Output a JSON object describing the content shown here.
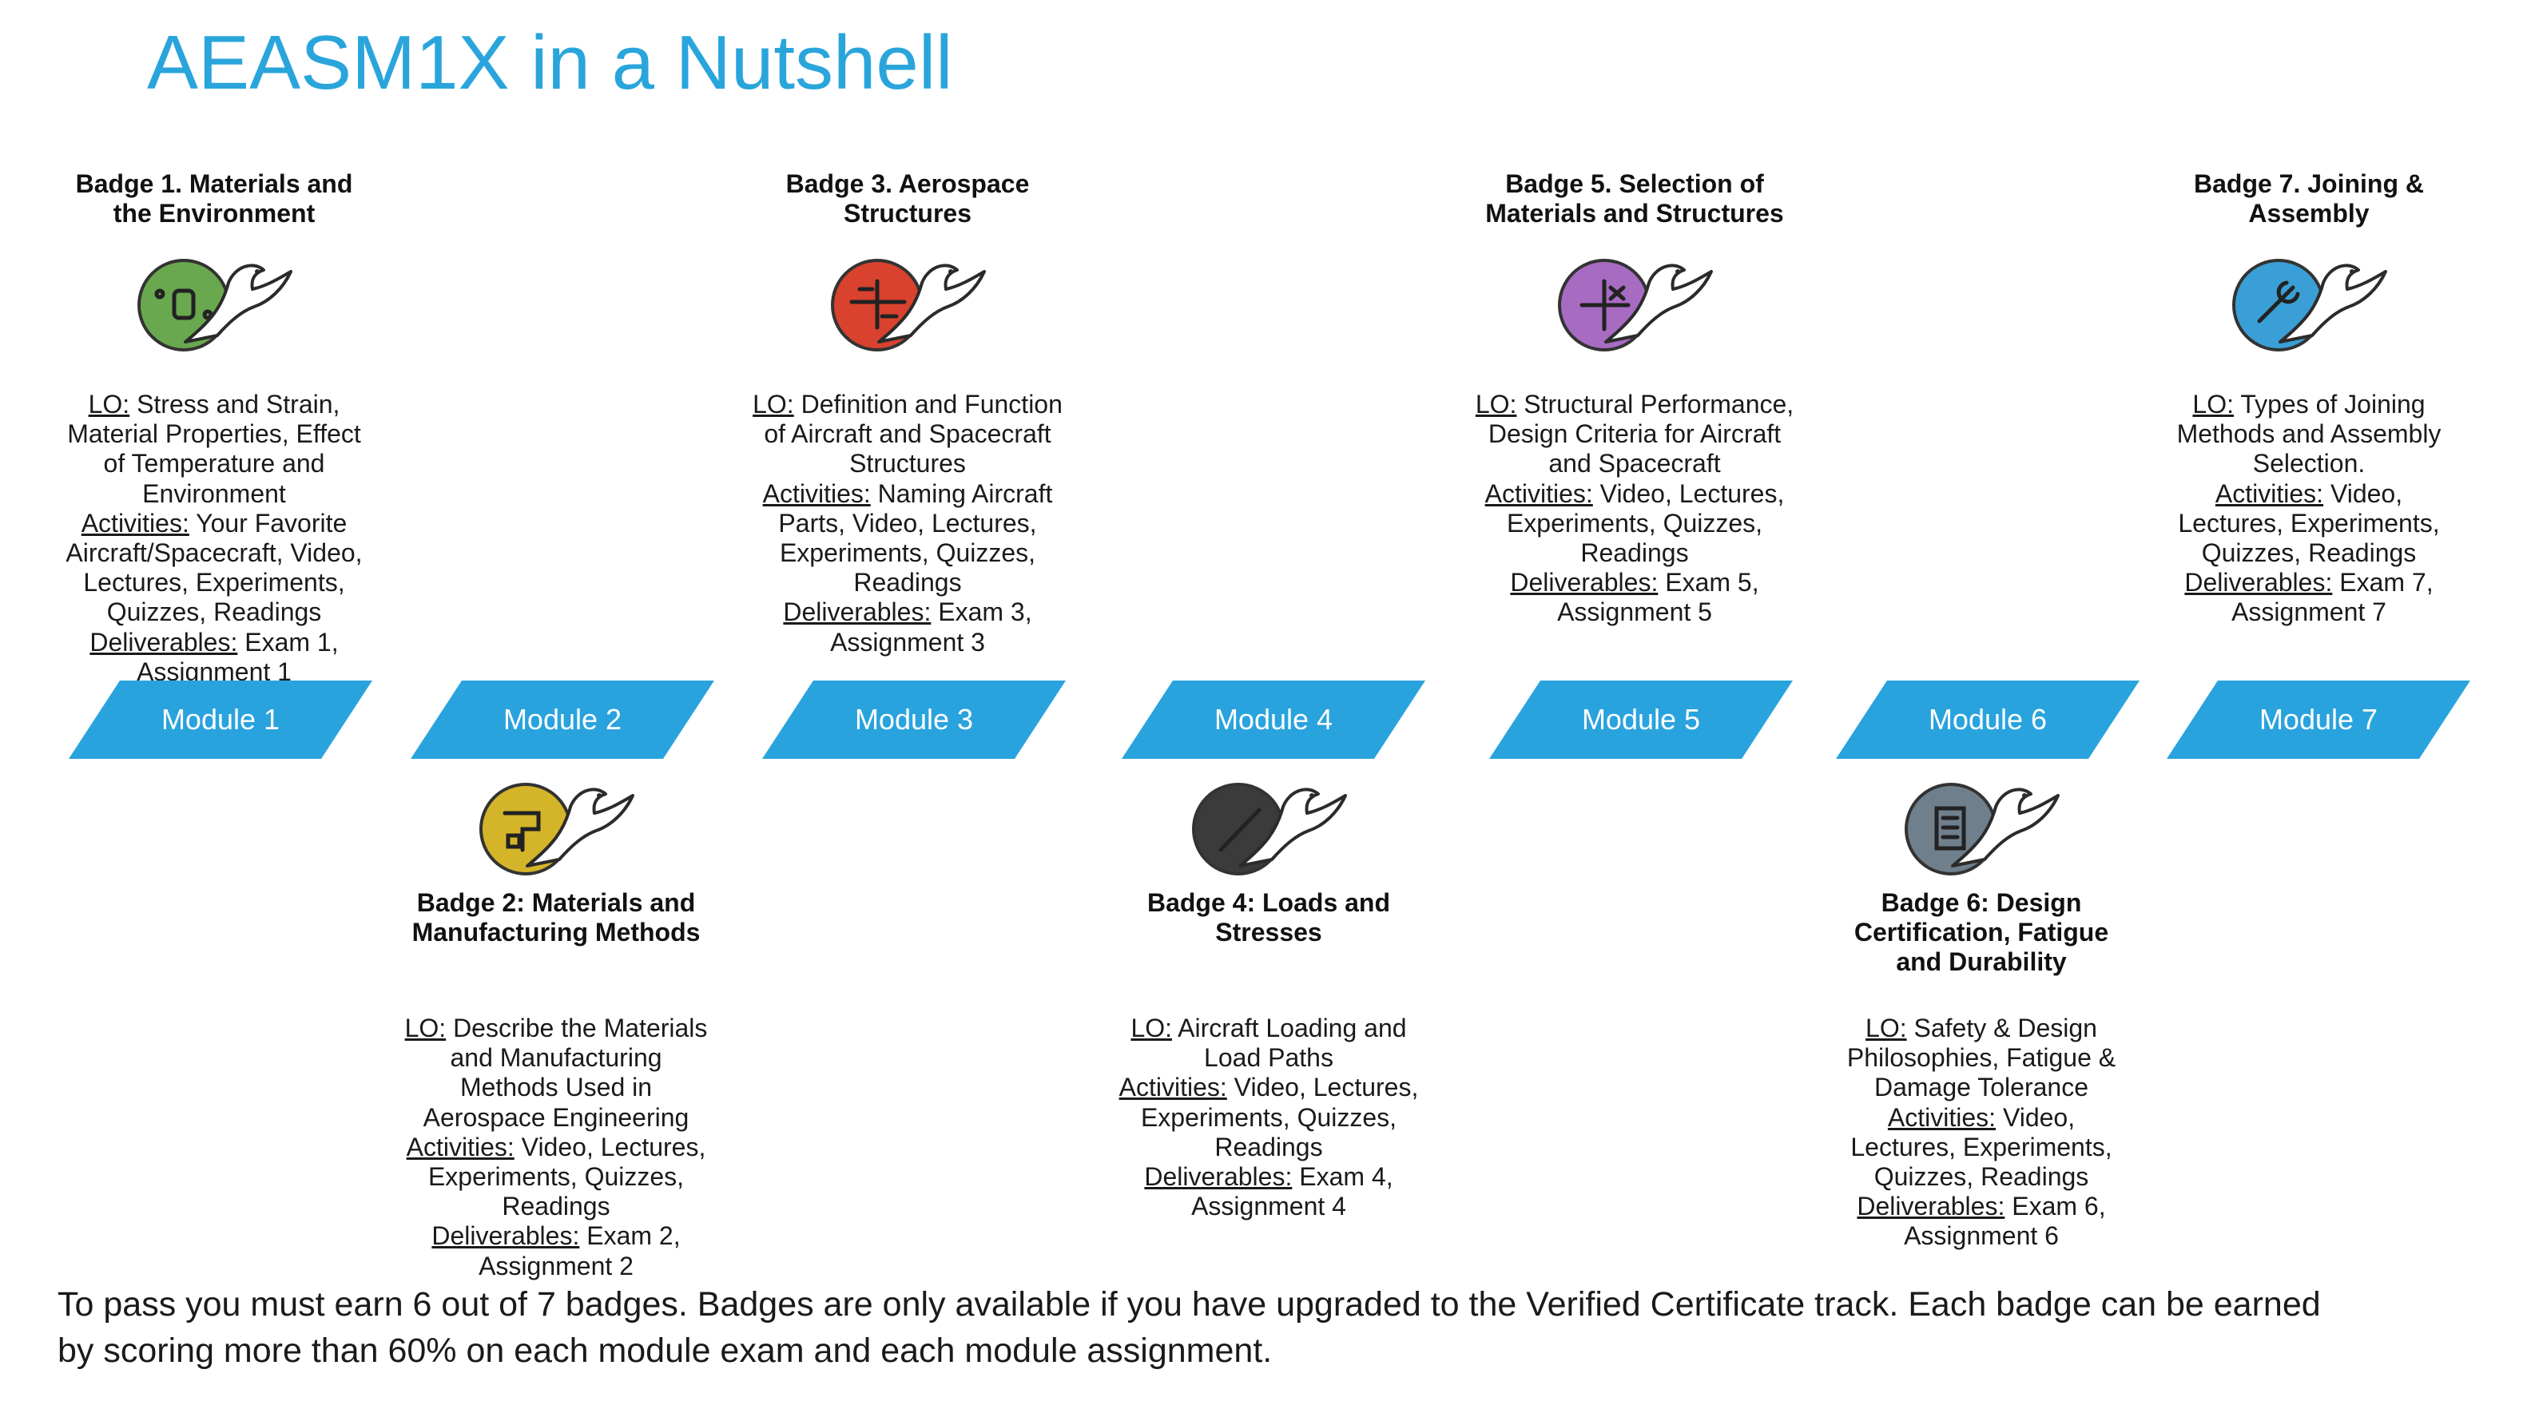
{
  "title": "AEASM1X in a Nutshell",
  "labels": {
    "lo": "LO:",
    "activities": "Activities:",
    "deliverables": "Deliverables:"
  },
  "modules": [
    "Module 1",
    "Module 2",
    "Module 3",
    "Module 4",
    "Module 5",
    "Module 6",
    "Module 7"
  ],
  "badges": [
    {
      "title": [
        "Badge 1. Materials and",
        "the Environment"
      ],
      "icon": "leaf-circuit-icon",
      "color": "#6aa84f",
      "lines": [
        {
          "k": "lo",
          "t": " Stress and Strain,"
        },
        {
          "t": "Material Properties, Effect"
        },
        {
          "t": "of Temperature and"
        },
        {
          "t": "Environment"
        },
        {
          "k": "activities",
          "t": " Your Favorite"
        },
        {
          "t": "Aircraft/Spacecraft, Video,"
        },
        {
          "t": "Lectures, Experiments,"
        },
        {
          "t": "Quizzes, Readings"
        },
        {
          "k": "deliverables",
          "t": " Exam 1,"
        },
        {
          "t": "Assignment 1"
        }
      ]
    },
    {
      "title": [
        "Badge 2: Materials and",
        "Manufacturing Methods"
      ],
      "icon": "manufacturing-icon",
      "color": "#d4b52a",
      "lines": [
        {
          "k": "lo",
          "t": " Describe the Materials"
        },
        {
          "t": "and Manufacturing"
        },
        {
          "t": "Methods Used in"
        },
        {
          "t": "Aerospace Engineering"
        },
        {
          "k": "activities",
          "t": " Video, Lectures,"
        },
        {
          "t": "Experiments, Quizzes,"
        },
        {
          "t": "Readings"
        },
        {
          "k": "deliverables",
          "t": " Exam 2,"
        },
        {
          "t": "Assignment 2"
        }
      ]
    },
    {
      "title": [
        "Badge 3. Aerospace",
        "Structures"
      ],
      "icon": "structure-icon",
      "color": "#d9422e",
      "lines": [
        {
          "k": "lo",
          "t": " Definition and Function"
        },
        {
          "t": "of Aircraft and Spacecraft"
        },
        {
          "t": "Structures"
        },
        {
          "k": "activities",
          "t": " Naming Aircraft"
        },
        {
          "t": "Parts, Video, Lectures,"
        },
        {
          "t": "Experiments, Quizzes,"
        },
        {
          "t": "Readings"
        },
        {
          "k": "deliverables",
          "t": " Exam 3,"
        },
        {
          "t": "Assignment 3"
        }
      ]
    },
    {
      "title": [
        "Badge 4: Loads and",
        "Stresses"
      ],
      "icon": "loads-icon",
      "color": "#3b3b3b",
      "lines": [
        {
          "k": "lo",
          "t": " Aircraft Loading and"
        },
        {
          "t": "Load Paths"
        },
        {
          "k": "activities",
          "t": " Video, Lectures,"
        },
        {
          "t": "Experiments, Quizzes,"
        },
        {
          "t": "Readings"
        },
        {
          "k": "deliverables",
          "t": " Exam 4,"
        },
        {
          "t": "Assignment 4"
        }
      ]
    },
    {
      "title": [
        "Badge 5. Selection of",
        "Materials and Structures"
      ],
      "icon": "selection-icon",
      "color": "#a86bc2",
      "lines": [
        {
          "k": "lo",
          "t": " Structural Performance,"
        },
        {
          "t": "Design Criteria for Aircraft"
        },
        {
          "t": "and Spacecraft"
        },
        {
          "k": "activities",
          "t": " Video, Lectures,"
        },
        {
          "t": "Experiments, Quizzes,"
        },
        {
          "t": "Readings"
        },
        {
          "k": "deliverables",
          "t": " Exam 5,"
        },
        {
          "t": "Assignment 5"
        }
      ]
    },
    {
      "title": [
        "Badge 6: Design",
        "Certification, Fatigue",
        "and Durability"
      ],
      "icon": "certification-icon",
      "color": "#6f7f8c",
      "lines": [
        {
          "k": "lo",
          "t": " Safety & Design"
        },
        {
          "t": "Philosophies, Fatigue &"
        },
        {
          "t": "Damage Tolerance"
        },
        {
          "k": "activities",
          "t": " Video,"
        },
        {
          "t": "Lectures, Experiments,"
        },
        {
          "t": "Quizzes, Readings"
        },
        {
          "k": "deliverables",
          "t": " Exam 6,"
        },
        {
          "t": "Assignment 6"
        }
      ]
    },
    {
      "title": [
        "Badge 7. Joining &",
        "Assembly"
      ],
      "icon": "wrench-icon",
      "color": "#3a9fd6",
      "lines": [
        {
          "k": "lo",
          "t": " Types of Joining"
        },
        {
          "t": "Methods and Assembly"
        },
        {
          "t": "Selection."
        },
        {
          "k": "activities",
          "t": " Video,"
        },
        {
          "t": "Lectures, Experiments,"
        },
        {
          "t": "Quizzes, Readings"
        },
        {
          "k": "deliverables",
          "t": " Exam 7,"
        },
        {
          "t": "Assignment 7"
        }
      ]
    }
  ],
  "footer": [
    "To pass you must earn 6 out of 7 badges. Badges are only available if you have upgraded to the Verified Certificate track. Each badge can be earned",
    "by scoring more than 60% on each module exam and each module assignment."
  ]
}
